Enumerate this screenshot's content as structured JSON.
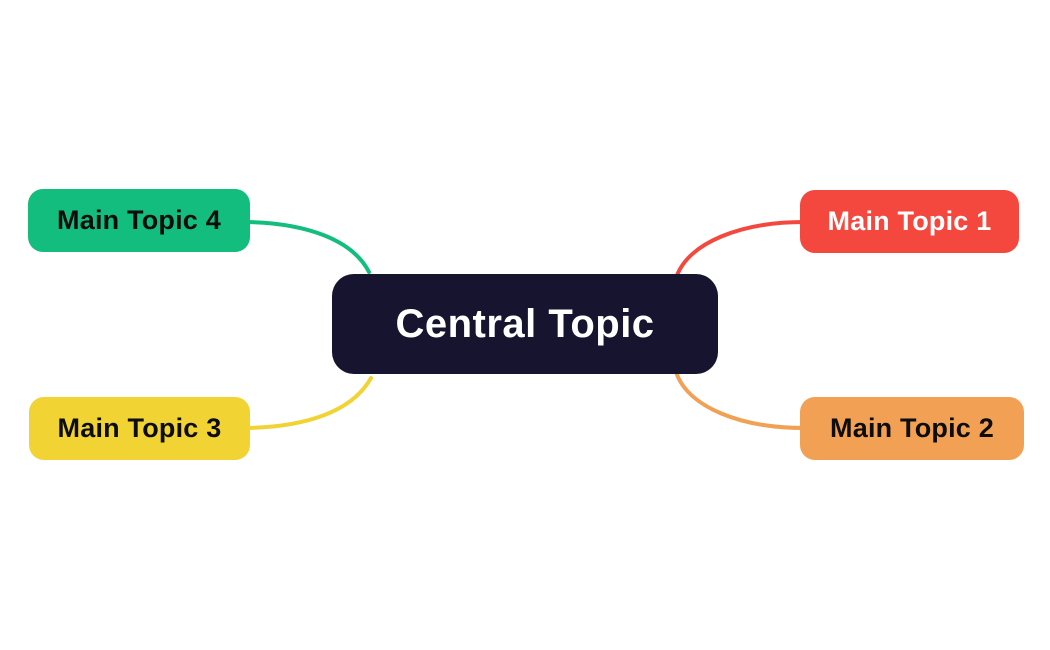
{
  "canvas": {
    "background": "#ffffff",
    "diagram_type": "mindmap"
  },
  "central": {
    "label": "Central Topic",
    "bg": "#17142F",
    "text_color": "#ffffff"
  },
  "topics": [
    {
      "label": "Main Topic 1",
      "color": "#F4473D",
      "text_color": "#ffffff",
      "position": "top-right"
    },
    {
      "label": "Main Topic 2",
      "color": "#F2A053",
      "text_color": "#0d0d0d",
      "position": "bottom-right"
    },
    {
      "label": "Main Topic 3",
      "color": "#F1D433",
      "text_color": "#0d0d0d",
      "position": "bottom-left"
    },
    {
      "label": "Main Topic 4",
      "color": "#12BD7D",
      "text_color": "#0d0d0d",
      "position": "top-left"
    }
  ]
}
